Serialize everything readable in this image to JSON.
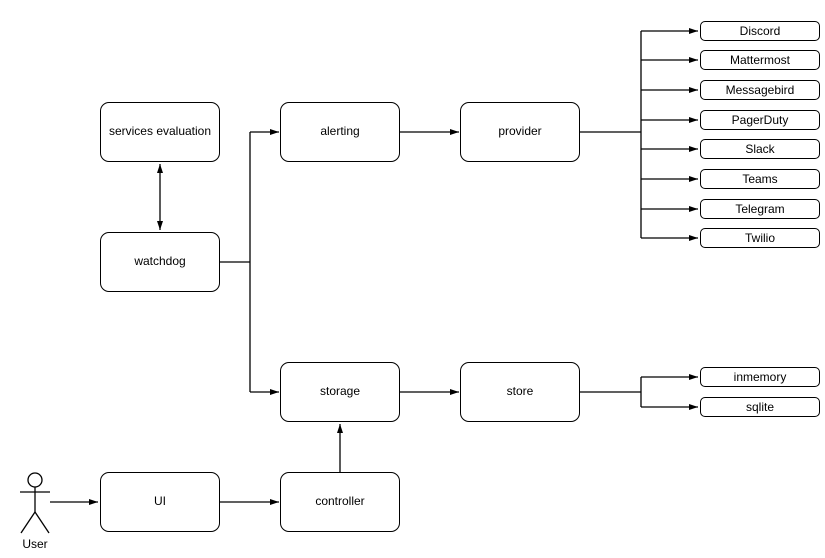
{
  "diagram": {
    "type": "flowchart",
    "background_color": "#ffffff",
    "node_fill_color": "#ffffff",
    "stroke_color": "#000000",
    "text_color": "#000000",
    "nodes": [
      {
        "id": "services-evaluation",
        "label": "services evaluation"
      },
      {
        "id": "watchdog",
        "label": "watchdog"
      },
      {
        "id": "alerting",
        "label": "alerting"
      },
      {
        "id": "provider",
        "label": "provider"
      },
      {
        "id": "storage",
        "label": "storage"
      },
      {
        "id": "store",
        "label": "store"
      },
      {
        "id": "ui",
        "label": "UI"
      },
      {
        "id": "controller",
        "label": "controller"
      },
      {
        "id": "discord",
        "label": "Discord"
      },
      {
        "id": "mattermost",
        "label": "Mattermost"
      },
      {
        "id": "messagebird",
        "label": "Messagebird"
      },
      {
        "id": "pagerduty",
        "label": "PagerDuty"
      },
      {
        "id": "slack",
        "label": "Slack"
      },
      {
        "id": "teams",
        "label": "Teams"
      },
      {
        "id": "telegram",
        "label": "Telegram"
      },
      {
        "id": "twilio",
        "label": "Twilio"
      },
      {
        "id": "inmemory",
        "label": "inmemory"
      },
      {
        "id": "sqlite",
        "label": "sqlite"
      }
    ],
    "actor": {
      "label": "User"
    },
    "edges": [
      {
        "from": "watchdog",
        "to": "services evaluation",
        "direction": "bidirectional"
      },
      {
        "from": "watchdog",
        "to": "alerting",
        "direction": "forward"
      },
      {
        "from": "watchdog",
        "to": "storage",
        "direction": "forward"
      },
      {
        "from": "alerting",
        "to": "provider",
        "direction": "forward"
      },
      {
        "from": "provider",
        "to": "Discord",
        "direction": "forward"
      },
      {
        "from": "provider",
        "to": "Mattermost",
        "direction": "forward"
      },
      {
        "from": "provider",
        "to": "Messagebird",
        "direction": "forward"
      },
      {
        "from": "provider",
        "to": "PagerDuty",
        "direction": "forward"
      },
      {
        "from": "provider",
        "to": "Slack",
        "direction": "forward"
      },
      {
        "from": "provider",
        "to": "Teams",
        "direction": "forward"
      },
      {
        "from": "provider",
        "to": "Telegram",
        "direction": "forward"
      },
      {
        "from": "provider",
        "to": "Twilio",
        "direction": "forward"
      },
      {
        "from": "storage",
        "to": "store",
        "direction": "forward"
      },
      {
        "from": "store",
        "to": "inmemory",
        "direction": "forward"
      },
      {
        "from": "store",
        "to": "sqlite",
        "direction": "forward"
      },
      {
        "from": "controller",
        "to": "storage",
        "direction": "forward"
      },
      {
        "from": "UI",
        "to": "controller",
        "direction": "forward"
      },
      {
        "from": "User",
        "to": "UI",
        "direction": "forward"
      }
    ]
  }
}
